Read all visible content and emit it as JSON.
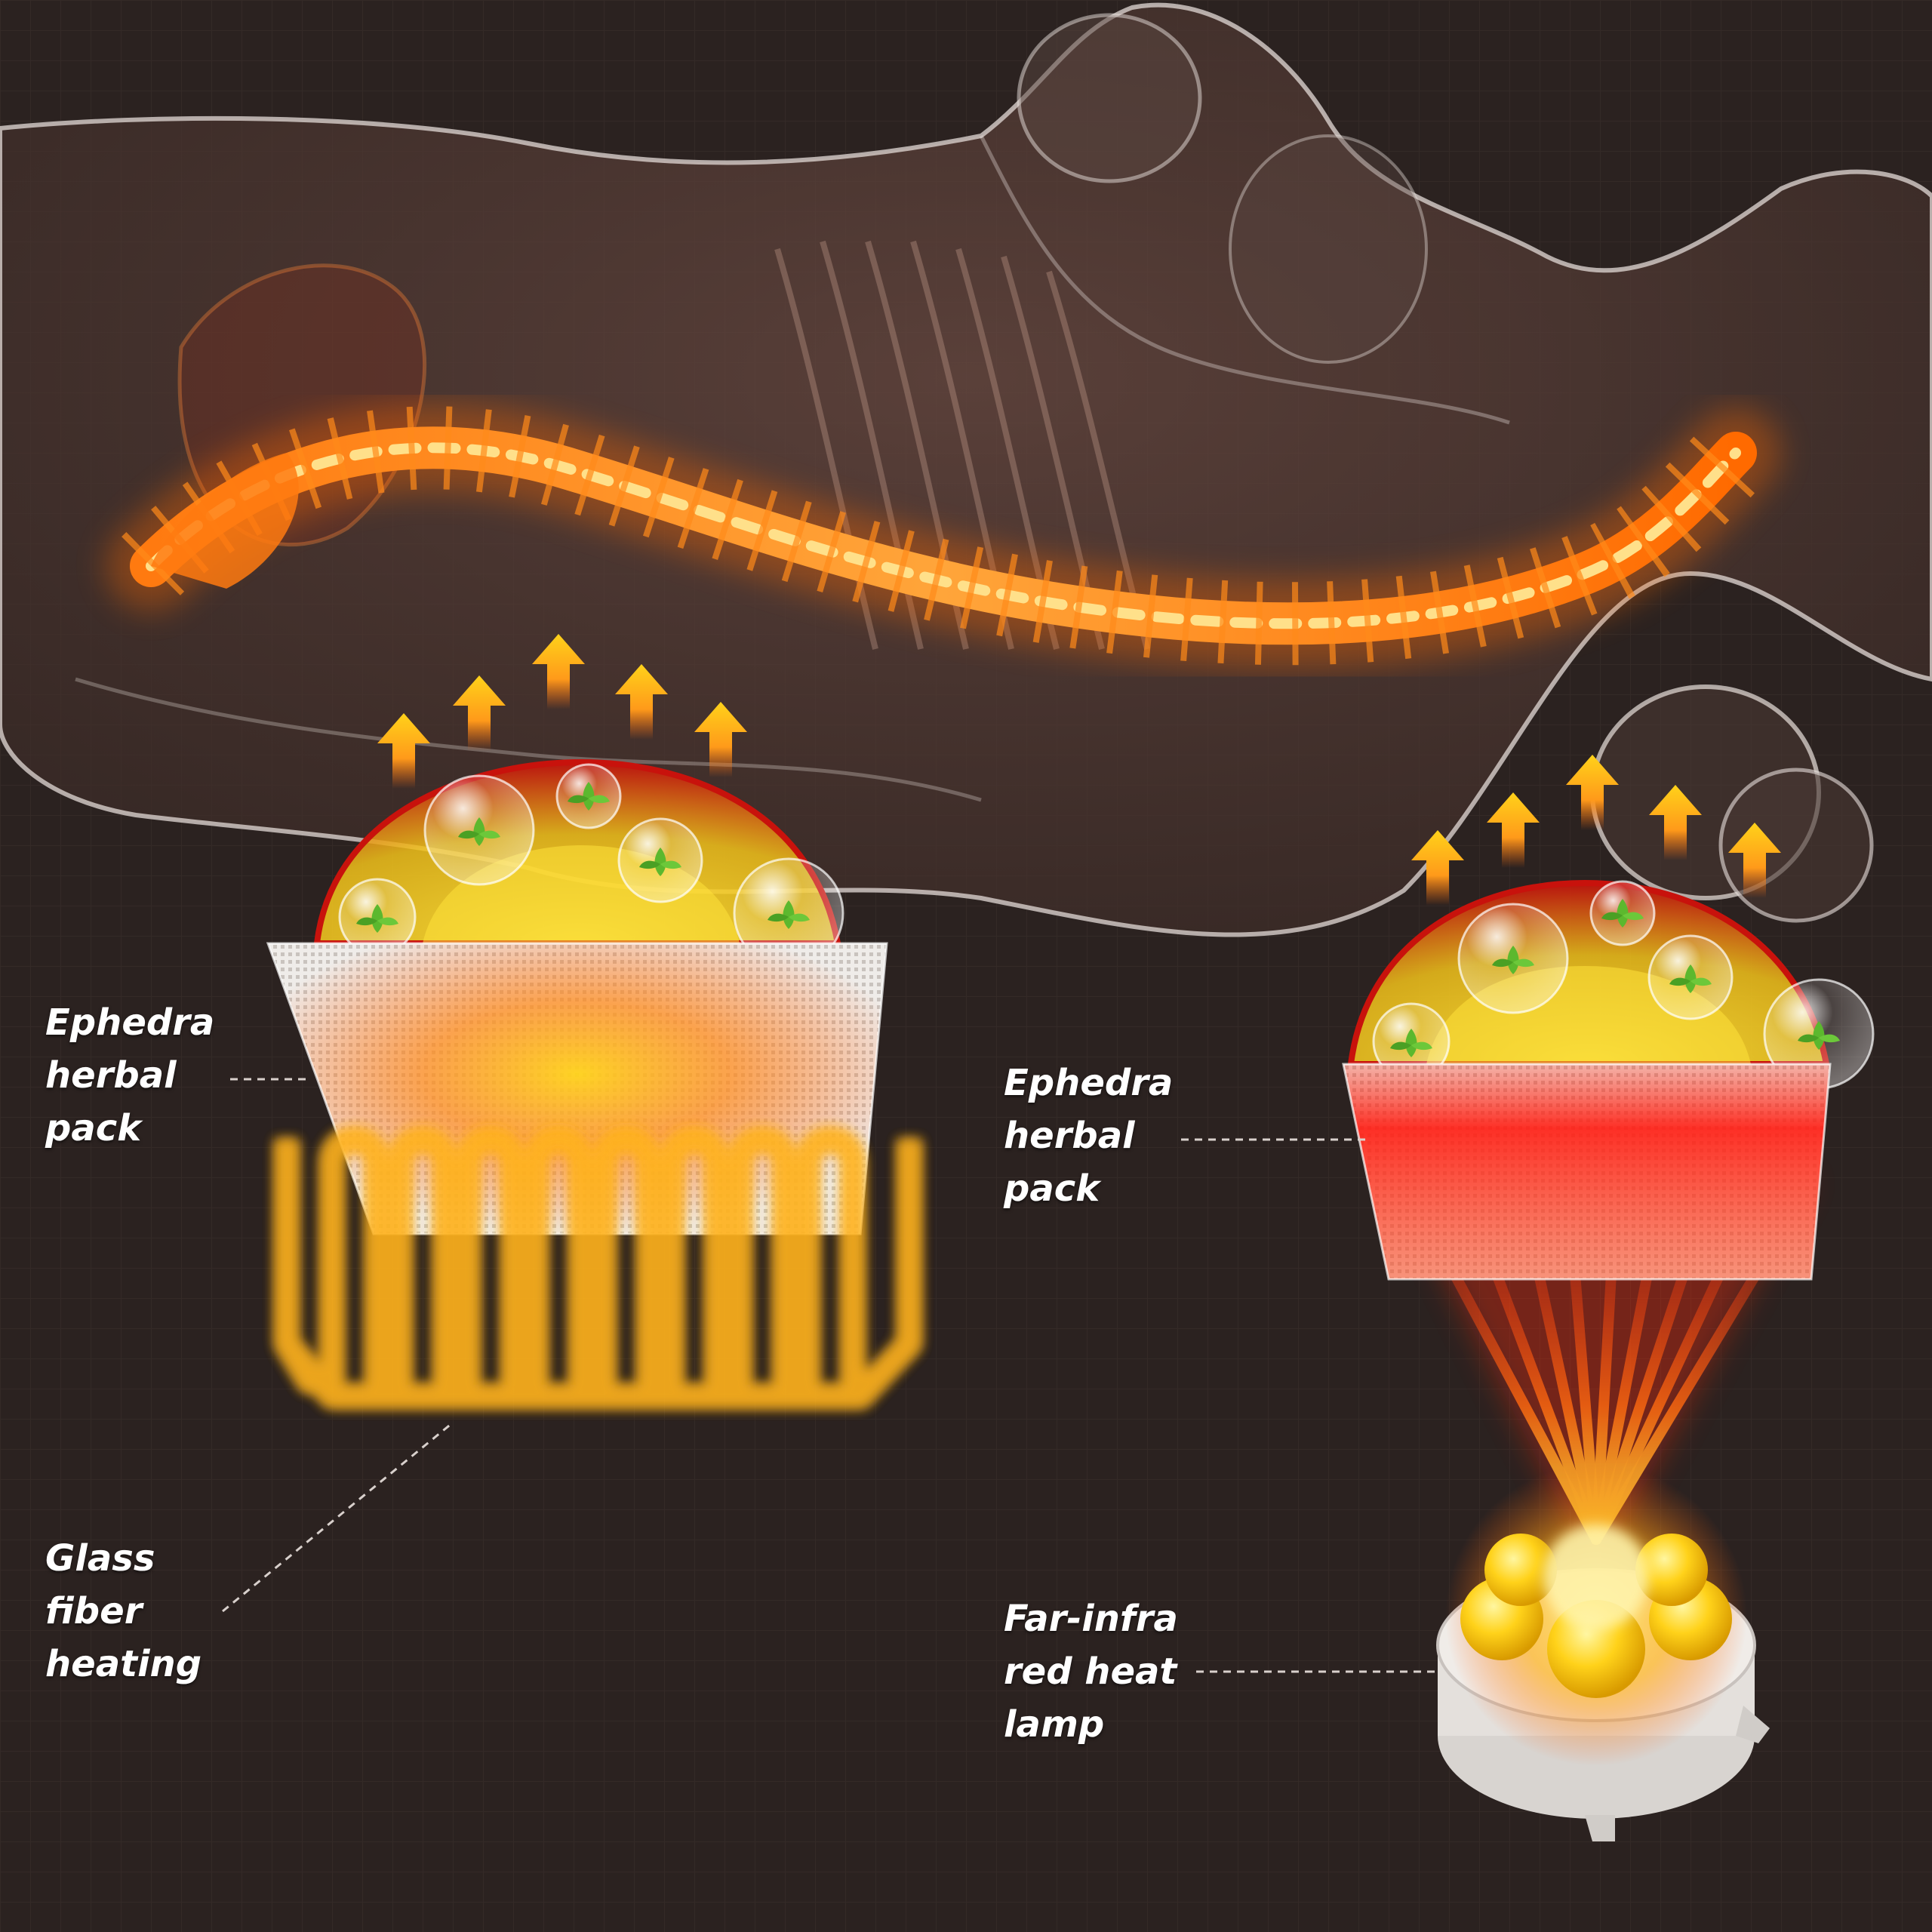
{
  "labels": {
    "left_pack": [
      "Ephedra",
      "herbal",
      "pack"
    ],
    "right_pack": [
      "Ephedra",
      "herbal",
      "pack"
    ],
    "glass_fiber": [
      "Glass",
      "fiber",
      "heating"
    ],
    "lamp": [
      "Far-infra",
      "red heat",
      "lamp"
    ]
  },
  "colors": {
    "background": "#2b2220",
    "glow_orange": "#ff8a1a",
    "glow_red": "#ff2a10",
    "glow_yellow": "#ffd21a",
    "leaf_green": "#5cb82e",
    "pack_white": "#e8e4e0"
  }
}
